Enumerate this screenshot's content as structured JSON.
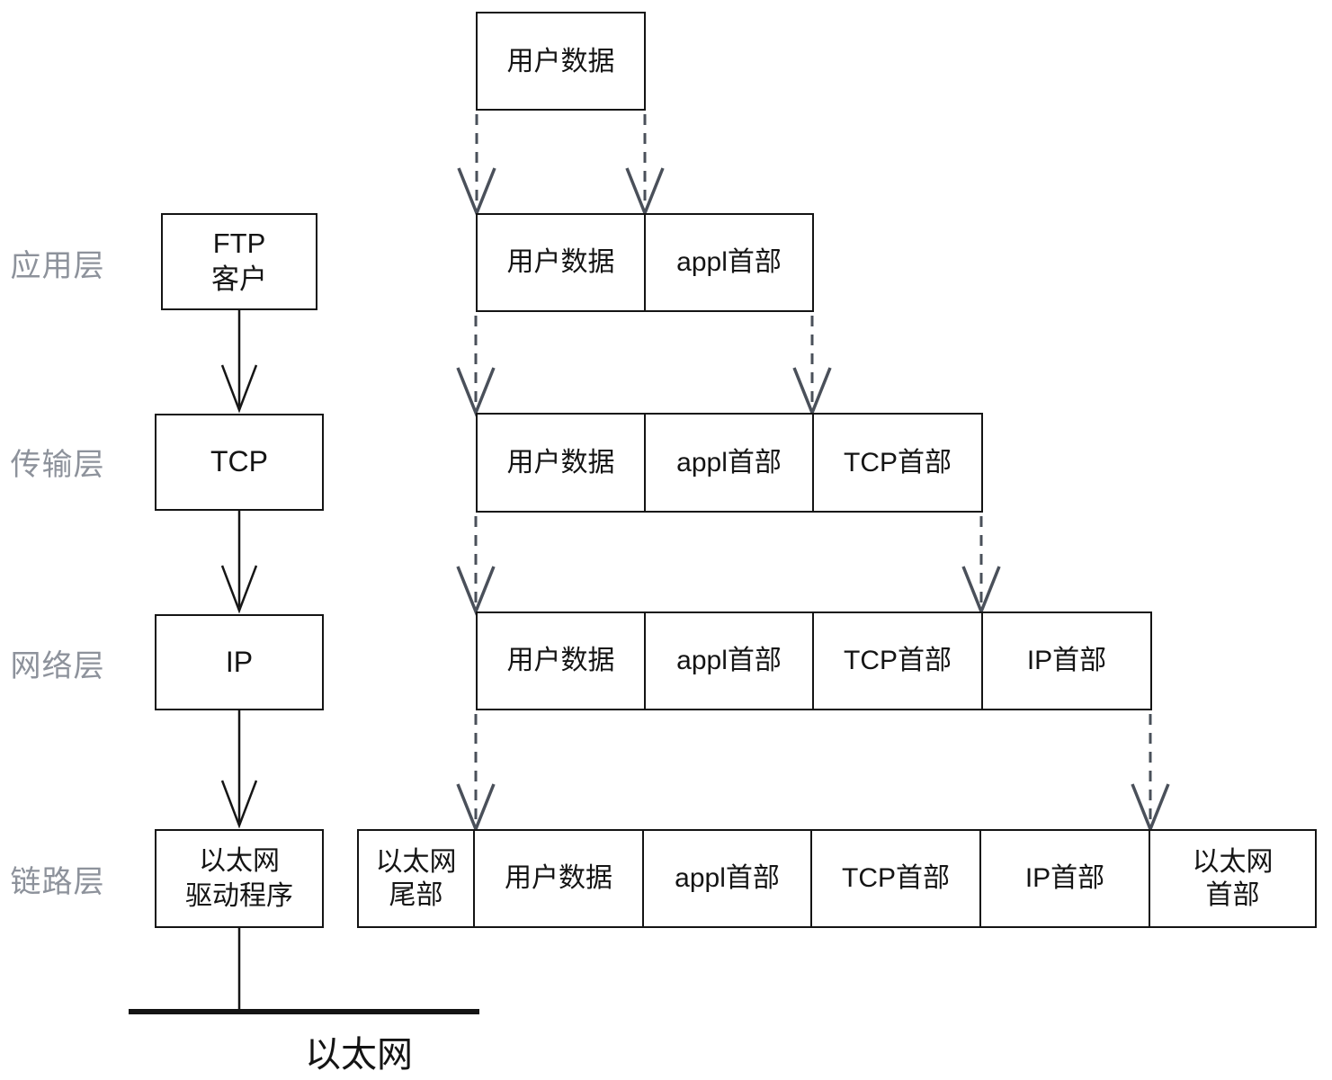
{
  "diagram": {
    "top_box": "用户数据",
    "layers": [
      {
        "label": "应用层",
        "box": "FTP\n客户",
        "cells": [
          "用户数据",
          "appl首部"
        ]
      },
      {
        "label": "传输层",
        "box": "TCP",
        "cells": [
          "用户数据",
          "appl首部",
          "TCP首部"
        ]
      },
      {
        "label": "网络层",
        "box": "IP",
        "cells": [
          "用户数据",
          "appl首部",
          "TCP首部",
          "IP首部"
        ]
      },
      {
        "label": "链路层",
        "box": "以太网\n驱动程序",
        "cells": [
          "以太网\n尾部",
          "用户数据",
          "appl首部",
          "TCP首部",
          "IP首部",
          "以太网\n首部"
        ]
      }
    ],
    "ethernet_label": "以太网",
    "colors": {
      "border": "#141414",
      "text": "#141414",
      "layer_label": "#8d929b",
      "dashed_arrow": "#4a505a",
      "solid_arrow": "#161616",
      "background": "#ffffff"
    }
  }
}
